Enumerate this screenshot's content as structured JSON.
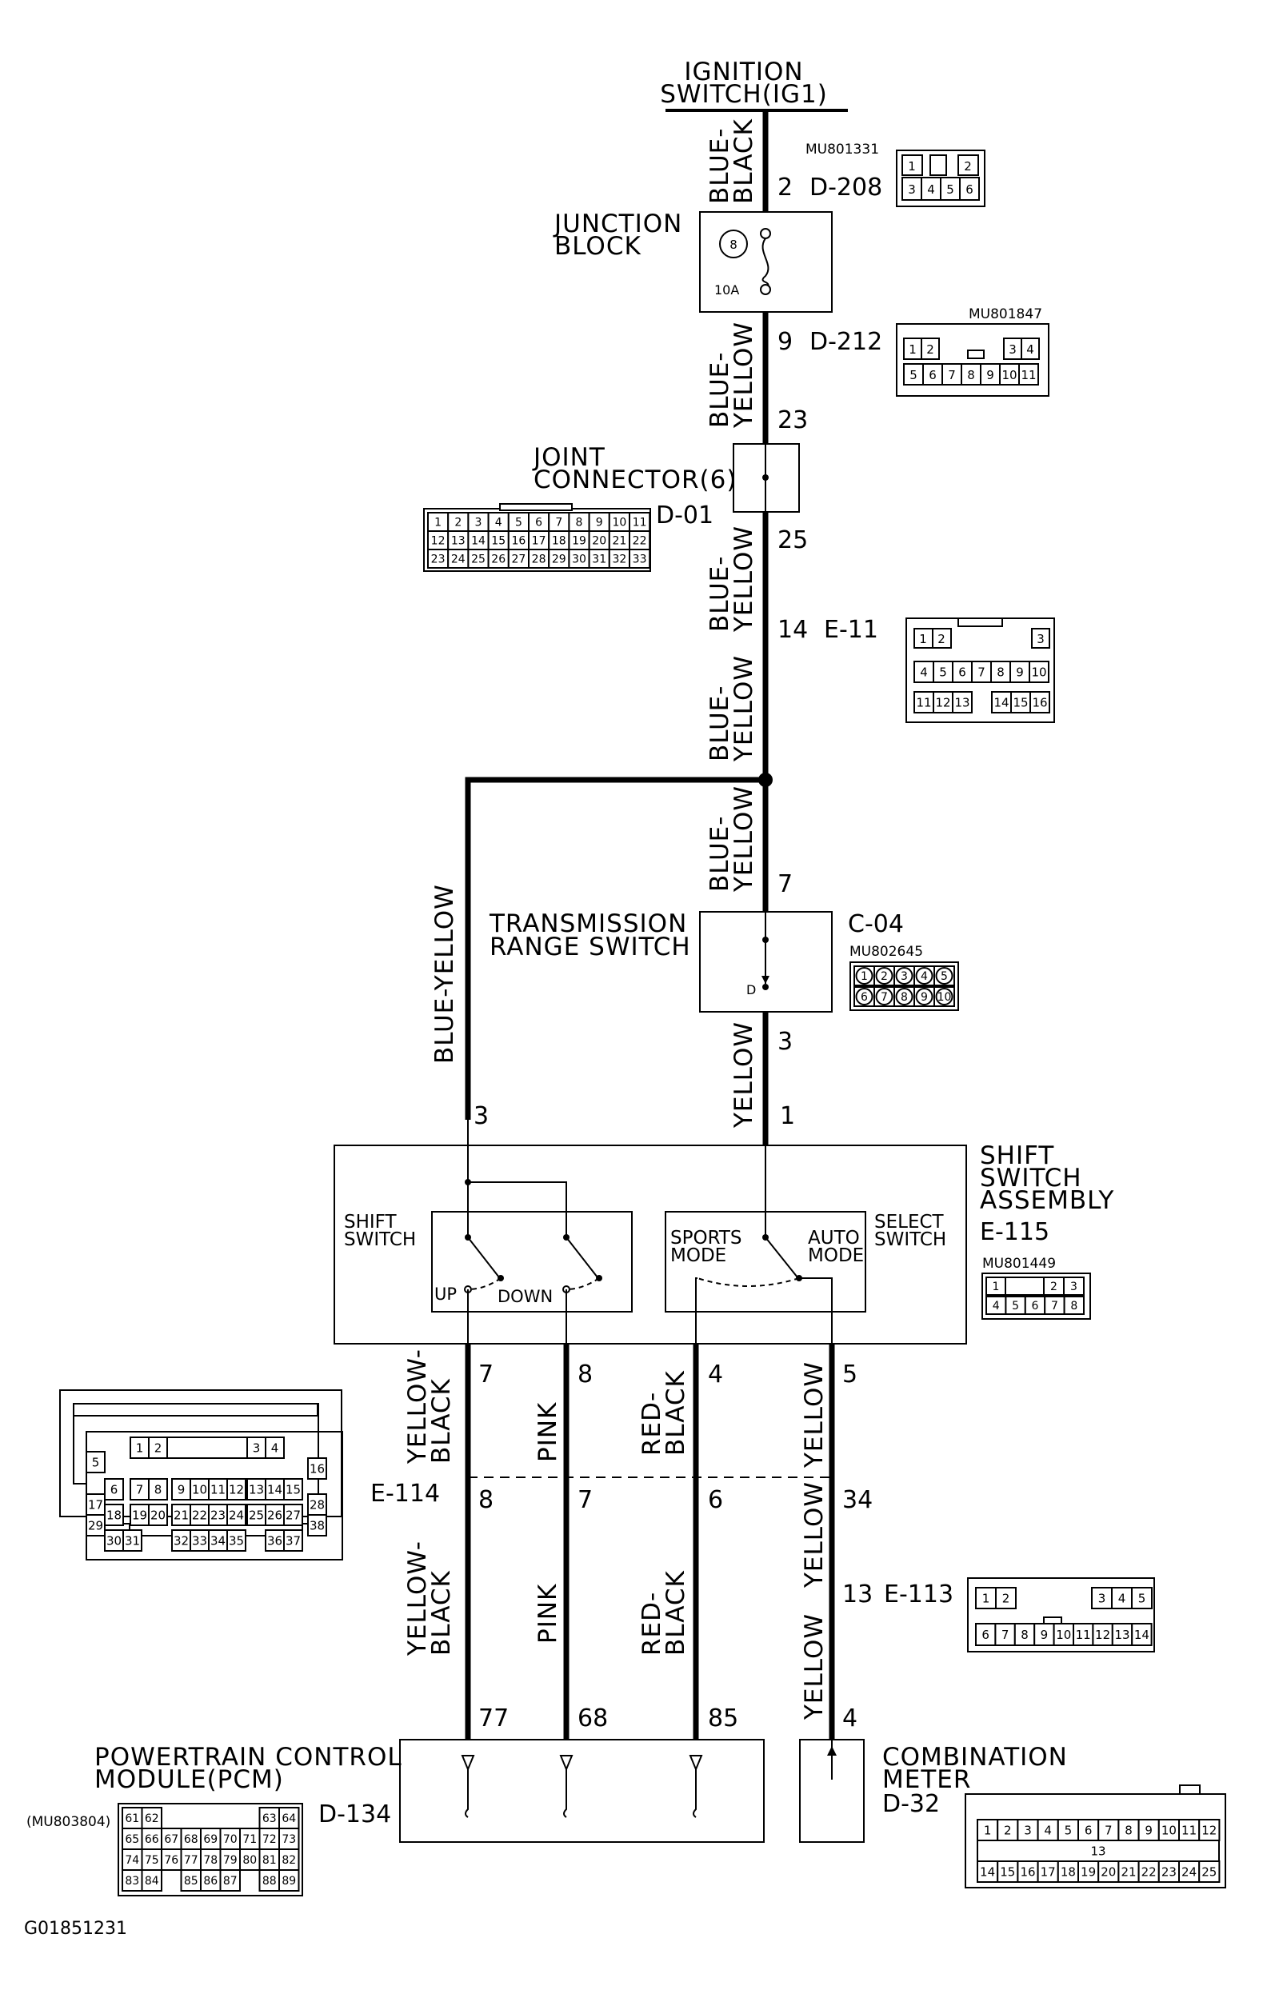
{
  "labels": {
    "ignition": [
      "IGNITION",
      "SWITCH(IG1)"
    ],
    "junction_block": [
      "JUNCTION",
      "BLOCK"
    ],
    "fuse_number": "8",
    "fuse_rating": "10A",
    "joint_connector": [
      "JOINT",
      "CONNECTOR(6)"
    ],
    "trs": [
      "TRANSMISSION",
      "RANGE SWITCH"
    ],
    "trs_pos": "D",
    "shift_switch_assembly": [
      "SHIFT",
      "SWITCH",
      "ASSEMBLY"
    ],
    "shift_switch": [
      "SHIFT",
      "SWITCH"
    ],
    "select_switch": [
      "SELECT",
      "SWITCH"
    ],
    "sports_mode": [
      "SPORTS",
      "MODE"
    ],
    "auto_mode": [
      "AUTO",
      "MODE"
    ],
    "up": "UP",
    "down": "DOWN",
    "pcm": [
      "POWERTRAIN CONTROL",
      "MODULE(PCM)"
    ],
    "combination_meter": [
      "COMBINATION",
      "METER"
    ],
    "figure_id": "G01851231"
  },
  "connectors": {
    "d208": {
      "name": "D-208",
      "part": "MU801331",
      "row1": [
        "1",
        "2"
      ],
      "row2": [
        "3",
        "4",
        "5",
        "6"
      ]
    },
    "d212": {
      "name": "D-212",
      "part": "MU801847",
      "row1": [
        "1",
        "2",
        "3",
        "4"
      ],
      "row2": [
        "5",
        "6",
        "7",
        "8",
        "9",
        "10",
        "11"
      ]
    },
    "d01": {
      "name": "D-01",
      "row1": [
        "1",
        "2",
        "3",
        "4",
        "5",
        "6",
        "7",
        "8",
        "9",
        "10",
        "11"
      ],
      "row2": [
        "12",
        "13",
        "14",
        "15",
        "16",
        "17",
        "18",
        "19",
        "20",
        "21",
        "22"
      ],
      "row3": [
        "23",
        "24",
        "25",
        "26",
        "27",
        "28",
        "29",
        "30",
        "31",
        "32",
        "33"
      ]
    },
    "e11": {
      "name": "E-11",
      "row1": [
        "1",
        "2",
        "3"
      ],
      "row2": [
        "4",
        "5",
        "6",
        "7",
        "8",
        "9",
        "10"
      ],
      "row3": [
        "11",
        "12",
        "13",
        "14",
        "15",
        "16"
      ]
    },
    "c04": {
      "name": "C-04",
      "part": "MU802645",
      "row1": [
        "1",
        "2",
        "3",
        "4",
        "5"
      ],
      "row2": [
        "6",
        "7",
        "8",
        "9",
        "10"
      ]
    },
    "e115": {
      "name": "E-115",
      "part": "MU801449",
      "row1": [
        "1",
        "2",
        "3"
      ],
      "row2": [
        "4",
        "5",
        "6",
        "7",
        "8"
      ]
    },
    "e114": {
      "name": "E-114",
      "row1": [
        "1",
        "2",
        "3",
        "4"
      ],
      "row2": [
        "5",
        "6",
        "7",
        "8",
        "9",
        "10",
        "11",
        "12",
        "13",
        "14",
        "15",
        "16"
      ],
      "row3": [
        "17",
        "18",
        "19",
        "20",
        "21",
        "22",
        "23",
        "24",
        "25",
        "26",
        "27",
        "28"
      ],
      "row4": [
        "29",
        "38"
      ],
      "row5": [
        "30",
        "31",
        "32",
        "33",
        "34",
        "35",
        "36",
        "37"
      ]
    },
    "e113": {
      "name": "E-113",
      "row1": [
        "1",
        "2",
        "3",
        "4",
        "5"
      ],
      "row2": [
        "6",
        "7",
        "8",
        "9",
        "10",
        "11",
        "12",
        "13",
        "14"
      ]
    },
    "d134": {
      "name": "D-134",
      "part": "(MU803804)",
      "rows": [
        [
          "61",
          "62",
          "63",
          "64"
        ],
        [
          "65",
          "66",
          "67",
          "68",
          "69",
          "70",
          "71",
          "72",
          "73"
        ],
        [
          "74",
          "75",
          "76",
          "77",
          "78",
          "79",
          "80",
          "81",
          "82"
        ],
        [
          "83",
          "84",
          "85",
          "86",
          "87",
          "88",
          "89"
        ]
      ]
    },
    "d32": {
      "name": "D-32",
      "row1": [
        "1",
        "2",
        "3",
        "4",
        "5",
        "6",
        "7",
        "8",
        "9",
        "10",
        "11",
        "12"
      ],
      "row2": [
        "13"
      ],
      "row3": [
        "14",
        "15",
        "16",
        "17",
        "18",
        "19",
        "20",
        "21",
        "22",
        "23",
        "24",
        "25"
      ]
    }
  },
  "pins": {
    "d208_pin": "2",
    "d212_pin": "9",
    "jc_in": "23",
    "jc_out": "25",
    "e11_pin": "14",
    "trs_in": "7",
    "trs_out": "3",
    "ssa_left": "3",
    "ssa_right": "1",
    "ssa_o1": "7",
    "ssa_o2": "8",
    "ssa_o3": "4",
    "ssa_o4": "5",
    "e114_1": "8",
    "e114_2": "7",
    "e114_3": "6",
    "e114_4": "34",
    "e113_pin": "13",
    "pcm_1": "77",
    "pcm_2": "68",
    "pcm_3": "85",
    "meter_pin": "4"
  },
  "wires": {
    "w1": [
      "BLUE-",
      "BLACK"
    ],
    "w2": [
      "BLUE-",
      "YELLOW"
    ],
    "w3": [
      "BLUE-",
      "YELLOW"
    ],
    "w4": [
      "BLUE-",
      "YELLOW"
    ],
    "w5": [
      "BLUE-",
      "YELLOW"
    ],
    "w_left": "BLUE-YELLOW",
    "w_trs_out": "YELLOW",
    "o1": [
      "YELLOW-",
      "BLACK"
    ],
    "o2": "PINK",
    "o3": [
      "RED-",
      "BLACK"
    ],
    "o4": "YELLOW",
    "p1": [
      "YELLOW-",
      "BLACK"
    ],
    "p2": "PINK",
    "p3": [
      "RED-",
      "BLACK"
    ],
    "p4a": "YELLOW",
    "p4b": "YELLOW"
  }
}
